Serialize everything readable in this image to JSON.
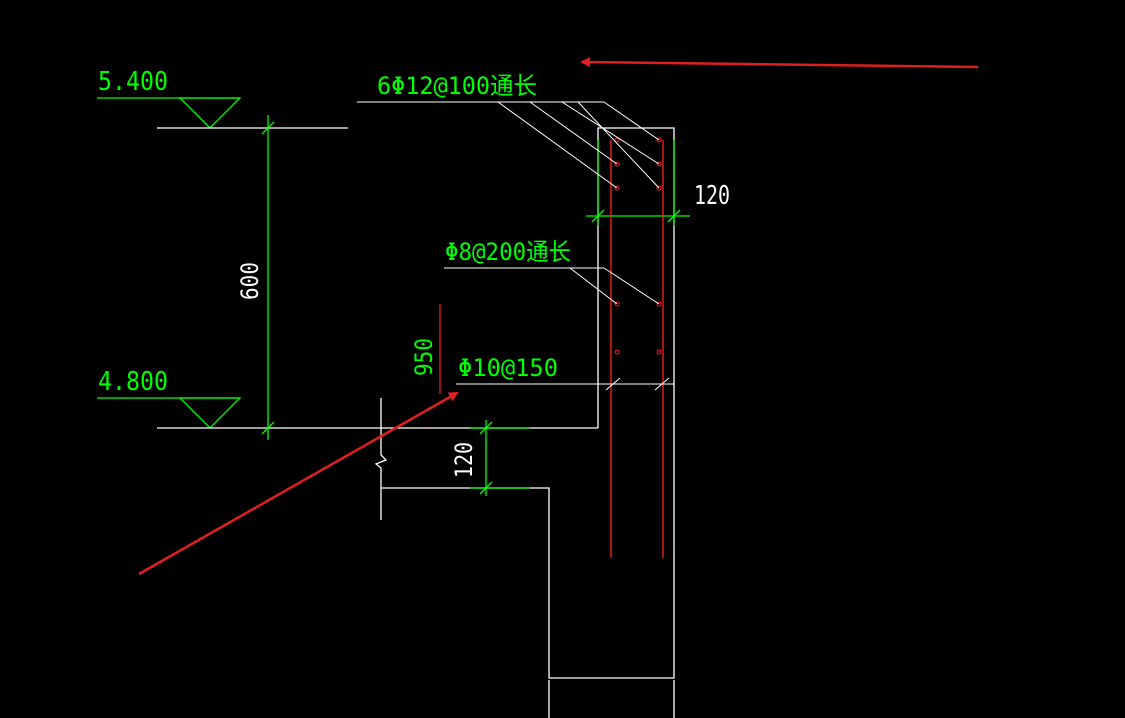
{
  "drawing": {
    "elevation_top": "5.400",
    "elevation_bottom": "4.800",
    "dim_height": "600",
    "dim_950": "950",
    "dim_slab": "120",
    "dim_wall": "120",
    "rebar_top": "6Φ12@100通长",
    "rebar_mid": "Φ8@200通长",
    "rebar_stirrup": "Φ10@150"
  },
  "colors": {
    "background": "#000000",
    "outline": "#ffffff",
    "dimension": "#00ff00",
    "rebar": "#ff2020",
    "arrow": "#e02020"
  }
}
